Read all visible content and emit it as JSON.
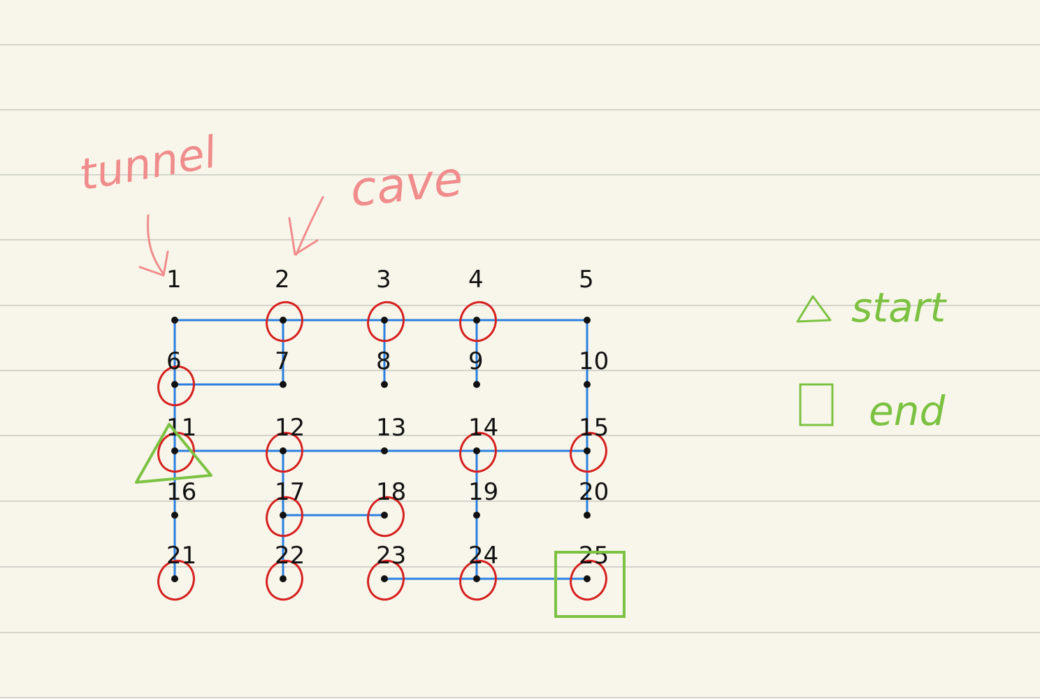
{
  "colors": {
    "paper": "#f8f6ea",
    "rule": "#d4d4cc",
    "ink": "#111111",
    "path": "#2a7fe0",
    "circle": "#d61f1f",
    "annotation": "#f08c8c",
    "legend": "#7cc242"
  },
  "annotations": {
    "tunnel": "tunnel",
    "cave": "cave"
  },
  "legend": {
    "start": "start",
    "end": "end"
  },
  "nodes": [
    {
      "id": 1,
      "label": "1",
      "circled": false
    },
    {
      "id": 2,
      "label": "2",
      "circled": true
    },
    {
      "id": 3,
      "label": "3",
      "circled": true
    },
    {
      "id": 4,
      "label": "4",
      "circled": true
    },
    {
      "id": 5,
      "label": "5",
      "circled": false
    },
    {
      "id": 6,
      "label": "6",
      "circled": true
    },
    {
      "id": 7,
      "label": "7",
      "circled": false
    },
    {
      "id": 8,
      "label": "8",
      "circled": false
    },
    {
      "id": 9,
      "label": "9",
      "circled": false
    },
    {
      "id": 10,
      "label": "10",
      "circled": false
    },
    {
      "id": 11,
      "label": "11",
      "circled": true,
      "start": true
    },
    {
      "id": 12,
      "label": "12",
      "circled": true
    },
    {
      "id": 13,
      "label": "13",
      "circled": false
    },
    {
      "id": 14,
      "label": "14",
      "circled": true
    },
    {
      "id": 15,
      "label": "15",
      "circled": true
    },
    {
      "id": 16,
      "label": "16",
      "circled": false
    },
    {
      "id": 17,
      "label": "17",
      "circled": true
    },
    {
      "id": 18,
      "label": "18",
      "circled": true
    },
    {
      "id": 19,
      "label": "19",
      "circled": false
    },
    {
      "id": 20,
      "label": "20",
      "circled": false
    },
    {
      "id": 21,
      "label": "21",
      "circled": true
    },
    {
      "id": 22,
      "label": "22",
      "circled": true
    },
    {
      "id": 23,
      "label": "23",
      "circled": true
    },
    {
      "id": 24,
      "label": "24",
      "circled": true
    },
    {
      "id": 25,
      "label": "25",
      "circled": true,
      "end": true
    }
  ],
  "edges": [
    [
      1,
      2
    ],
    [
      2,
      3
    ],
    [
      3,
      4
    ],
    [
      4,
      5
    ],
    [
      1,
      6
    ],
    [
      2,
      7
    ],
    [
      3,
      8
    ],
    [
      4,
      9
    ],
    [
      5,
      10
    ],
    [
      6,
      7
    ],
    [
      6,
      11
    ],
    [
      10,
      15
    ],
    [
      11,
      12
    ],
    [
      12,
      13
    ],
    [
      13,
      14
    ],
    [
      14,
      15
    ],
    [
      11,
      16
    ],
    [
      12,
      17
    ],
    [
      14,
      19
    ],
    [
      15,
      20
    ],
    [
      17,
      18
    ],
    [
      16,
      21
    ],
    [
      17,
      22
    ],
    [
      19,
      24
    ],
    [
      23,
      24
    ],
    [
      24,
      25
    ]
  ]
}
